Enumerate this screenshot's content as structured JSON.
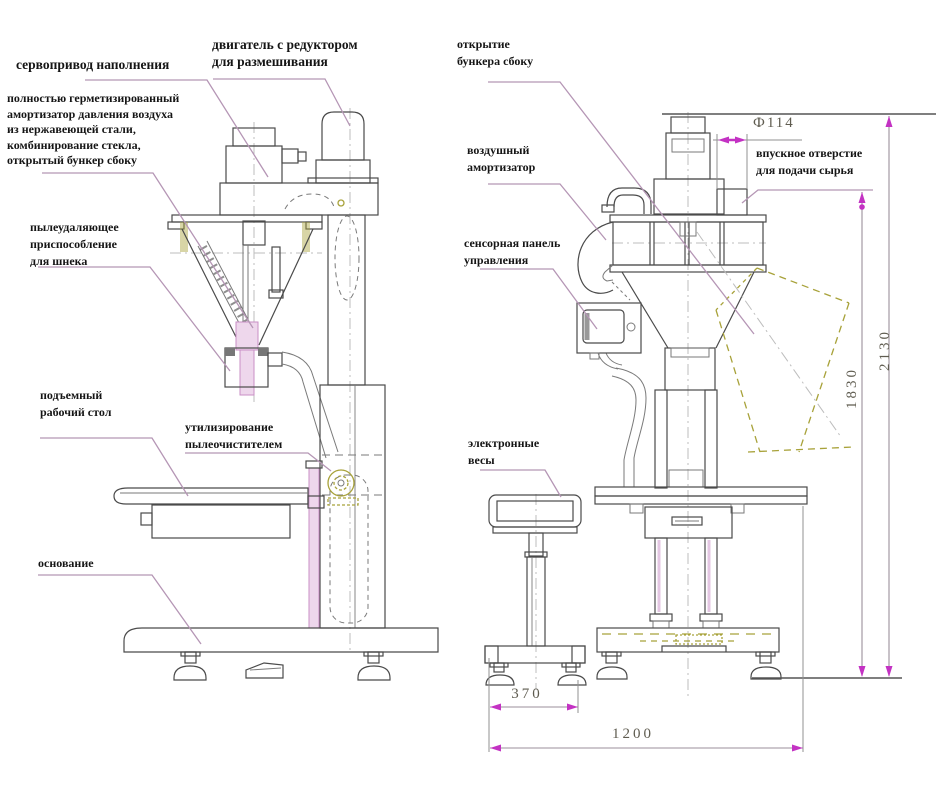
{
  "callouts": {
    "servo_fill_drive": "сервопривод наполнения",
    "mixing_motor": "двигатель с редуктором\nдля размешивания",
    "sealed_air_absorber": "полностью герметизированный\nамортизатор давления воздуха\nиз нержавеющей стали,\nкомбинирование стекла,\nоткрытый бункер сбоку",
    "auger_dust_removal": "пылеудаляющее\nприспособление\nдля шнека",
    "lifting_work_table": "подъемный\nрабочий стол",
    "dust_collector_recycling": "утилизирование\nпылеочистителем",
    "base": "основание",
    "hopper_side_opening": "открытие\nбункера сбоку",
    "air_absorber": "воздушный\nамортизатор",
    "touch_control_panel": "сенсорная панель\nуправления",
    "electronic_scale": "электронные\nвесы",
    "raw_material_inlet": "впускное отверстие\nдля подачи сырья"
  },
  "dimensions": {
    "inlet_diameter": "Ф114",
    "inlet_height_mm": "1830",
    "total_height_mm": "2130",
    "scale_base_width_mm": "370",
    "machine_width_mm": "1200"
  },
  "colors": {
    "background": "#ffffff",
    "outline": "#4a4a4a",
    "outline_light": "#7a7a7a",
    "leader_line": "#b596b5",
    "dimension_line": "#9b8f9b",
    "dimension_arrow": "#c332c3",
    "dimension_text": "#5f5c50",
    "highlight_pink_fill": "#eed7ec",
    "highlight_pink_stroke": "#c98fc6",
    "highlight_olive": "#a8a23a"
  }
}
